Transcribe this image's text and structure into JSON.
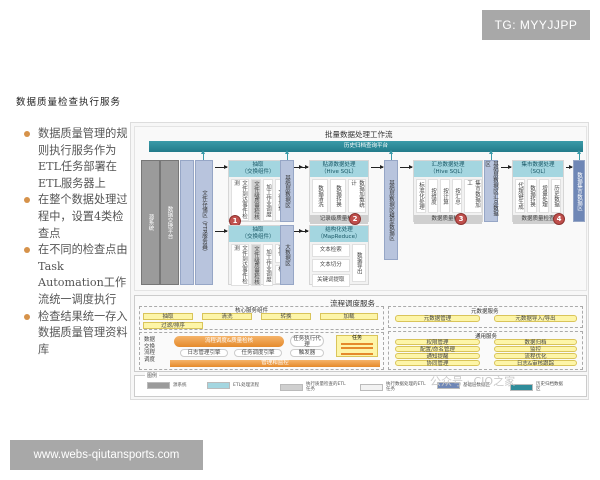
{
  "watermark_top": "TG: MYYJJPP",
  "page_title": "数据质量检查执行服务",
  "bullets": [
    "数据质量管理的规则执行服务作为ETL任务部署在ETL服务器上",
    "在整个数据处理过程中，设置4类检查点",
    "在不同的检查点由Task Automation工作流统一调度执行",
    "检查结果统一存入数据质量管理资料库"
  ],
  "footer_url": "www.webs-qiutansports.com",
  "wechat_watermark": "公众号 · CIO之家",
  "diagram": {
    "workflow_title": "批量数据处理工作流",
    "history_platform": "历史归档查询平台",
    "sources": [
      "源系统",
      "数据交换平台"
    ],
    "file_store": "文件存储区（FTP服务器）",
    "extract_top": {
      "title": "抽取",
      "subtitle": "（交换组件）",
      "cols": [
        "文件到达事件检测",
        "文件级质量检核",
        "加工作业调度",
        "文件加载"
      ],
      "badge": "1"
    },
    "extract_bottom": {
      "title": "抽取",
      "subtitle": "（交换组件）",
      "cols": [
        "文件到达事件检测",
        "文件级质量检核",
        "加工作业调度"
      ],
      "extra": [
        "非文本存储",
        "文件归档"
      ]
    },
    "base_area": "基础层数据区",
    "bigdata_area": "大数据区",
    "stage2": {
      "title": "贴源数据处理",
      "subtitle": "（Hive SQL）",
      "cols": [
        "数据清洗",
        "数据转换",
        "数据加载统计"
      ],
      "qc": "记录级质量检查",
      "badge": "2"
    },
    "mapreduce": {
      "title": "结构化处理",
      "subtitle": "（MapReduce）",
      "rows": [
        "文本检索",
        "文本切分",
        "关键词提取",
        "……"
      ],
      "side": "数据导出"
    },
    "model_area": "基础层数据区模型数据区",
    "stage3": {
      "title": "汇总数据处理",
      "subtitle": "（Hive SQL）",
      "group": "汇总数据",
      "cols": [
        "标准化处理",
        "按维度",
        "按计算",
        "按汇总",
        "集市数据加工"
      ],
      "qc": "数据质量检查",
      "badge": "3"
    },
    "summary_area": "基础层数据区汇总数据区",
    "stage4": {
      "title": "集市数据处理",
      "subtitle": "（SQL）",
      "group": "代理键",
      "cols": [
        "代理键生成",
        "数据转换",
        "增量处理",
        "历史数据"
      ],
      "qc": "数据质量检查",
      "badge": "4"
    },
    "mart_area": "数据集市数据区",
    "scheduling": {
      "title": "流程调度服务",
      "core_title": "核心服务组件",
      "core_items": [
        "抽取",
        "清洗",
        "转换",
        "加载",
        "过滤/排序"
      ],
      "side_label": [
        "数据",
        "交换",
        "流程",
        "调度"
      ],
      "engine": "流程调度&质量检核",
      "log_engine": "日志管理引擎",
      "task_engine": "任务调度引擎",
      "agent": "任务执行代理",
      "trigger": "触发器",
      "task_title": "任务",
      "monitor": "管理和监控",
      "meta_title": "元数据服务",
      "meta_items": [
        "元数据管理",
        "元数据导入/导出"
      ],
      "common_title": "通用服务",
      "common_left": [
        "权限管理",
        "配置/命名管理",
        "通知提醒",
        "协同管理"
      ],
      "common_right": [
        "数据归档",
        "监控",
        "流程优化",
        "日志&审核跟踪"
      ]
    },
    "legend": {
      "title": "图例",
      "items": [
        {
          "label": "源系统",
          "color": "#9b9b9b"
        },
        {
          "label": "ETL处理流程",
          "color": "#a4d6e0"
        },
        {
          "label": "执行质量检查的ETL任务",
          "color": "#cfcfcf"
        },
        {
          "label": "执行数据处理的ETL任务",
          "color": "#f2f2f2"
        },
        {
          "label": "基础层数据区",
          "color": "#6f87b6"
        },
        {
          "label": "历史归档数据区",
          "color": "#2f8c9a"
        }
      ]
    }
  }
}
